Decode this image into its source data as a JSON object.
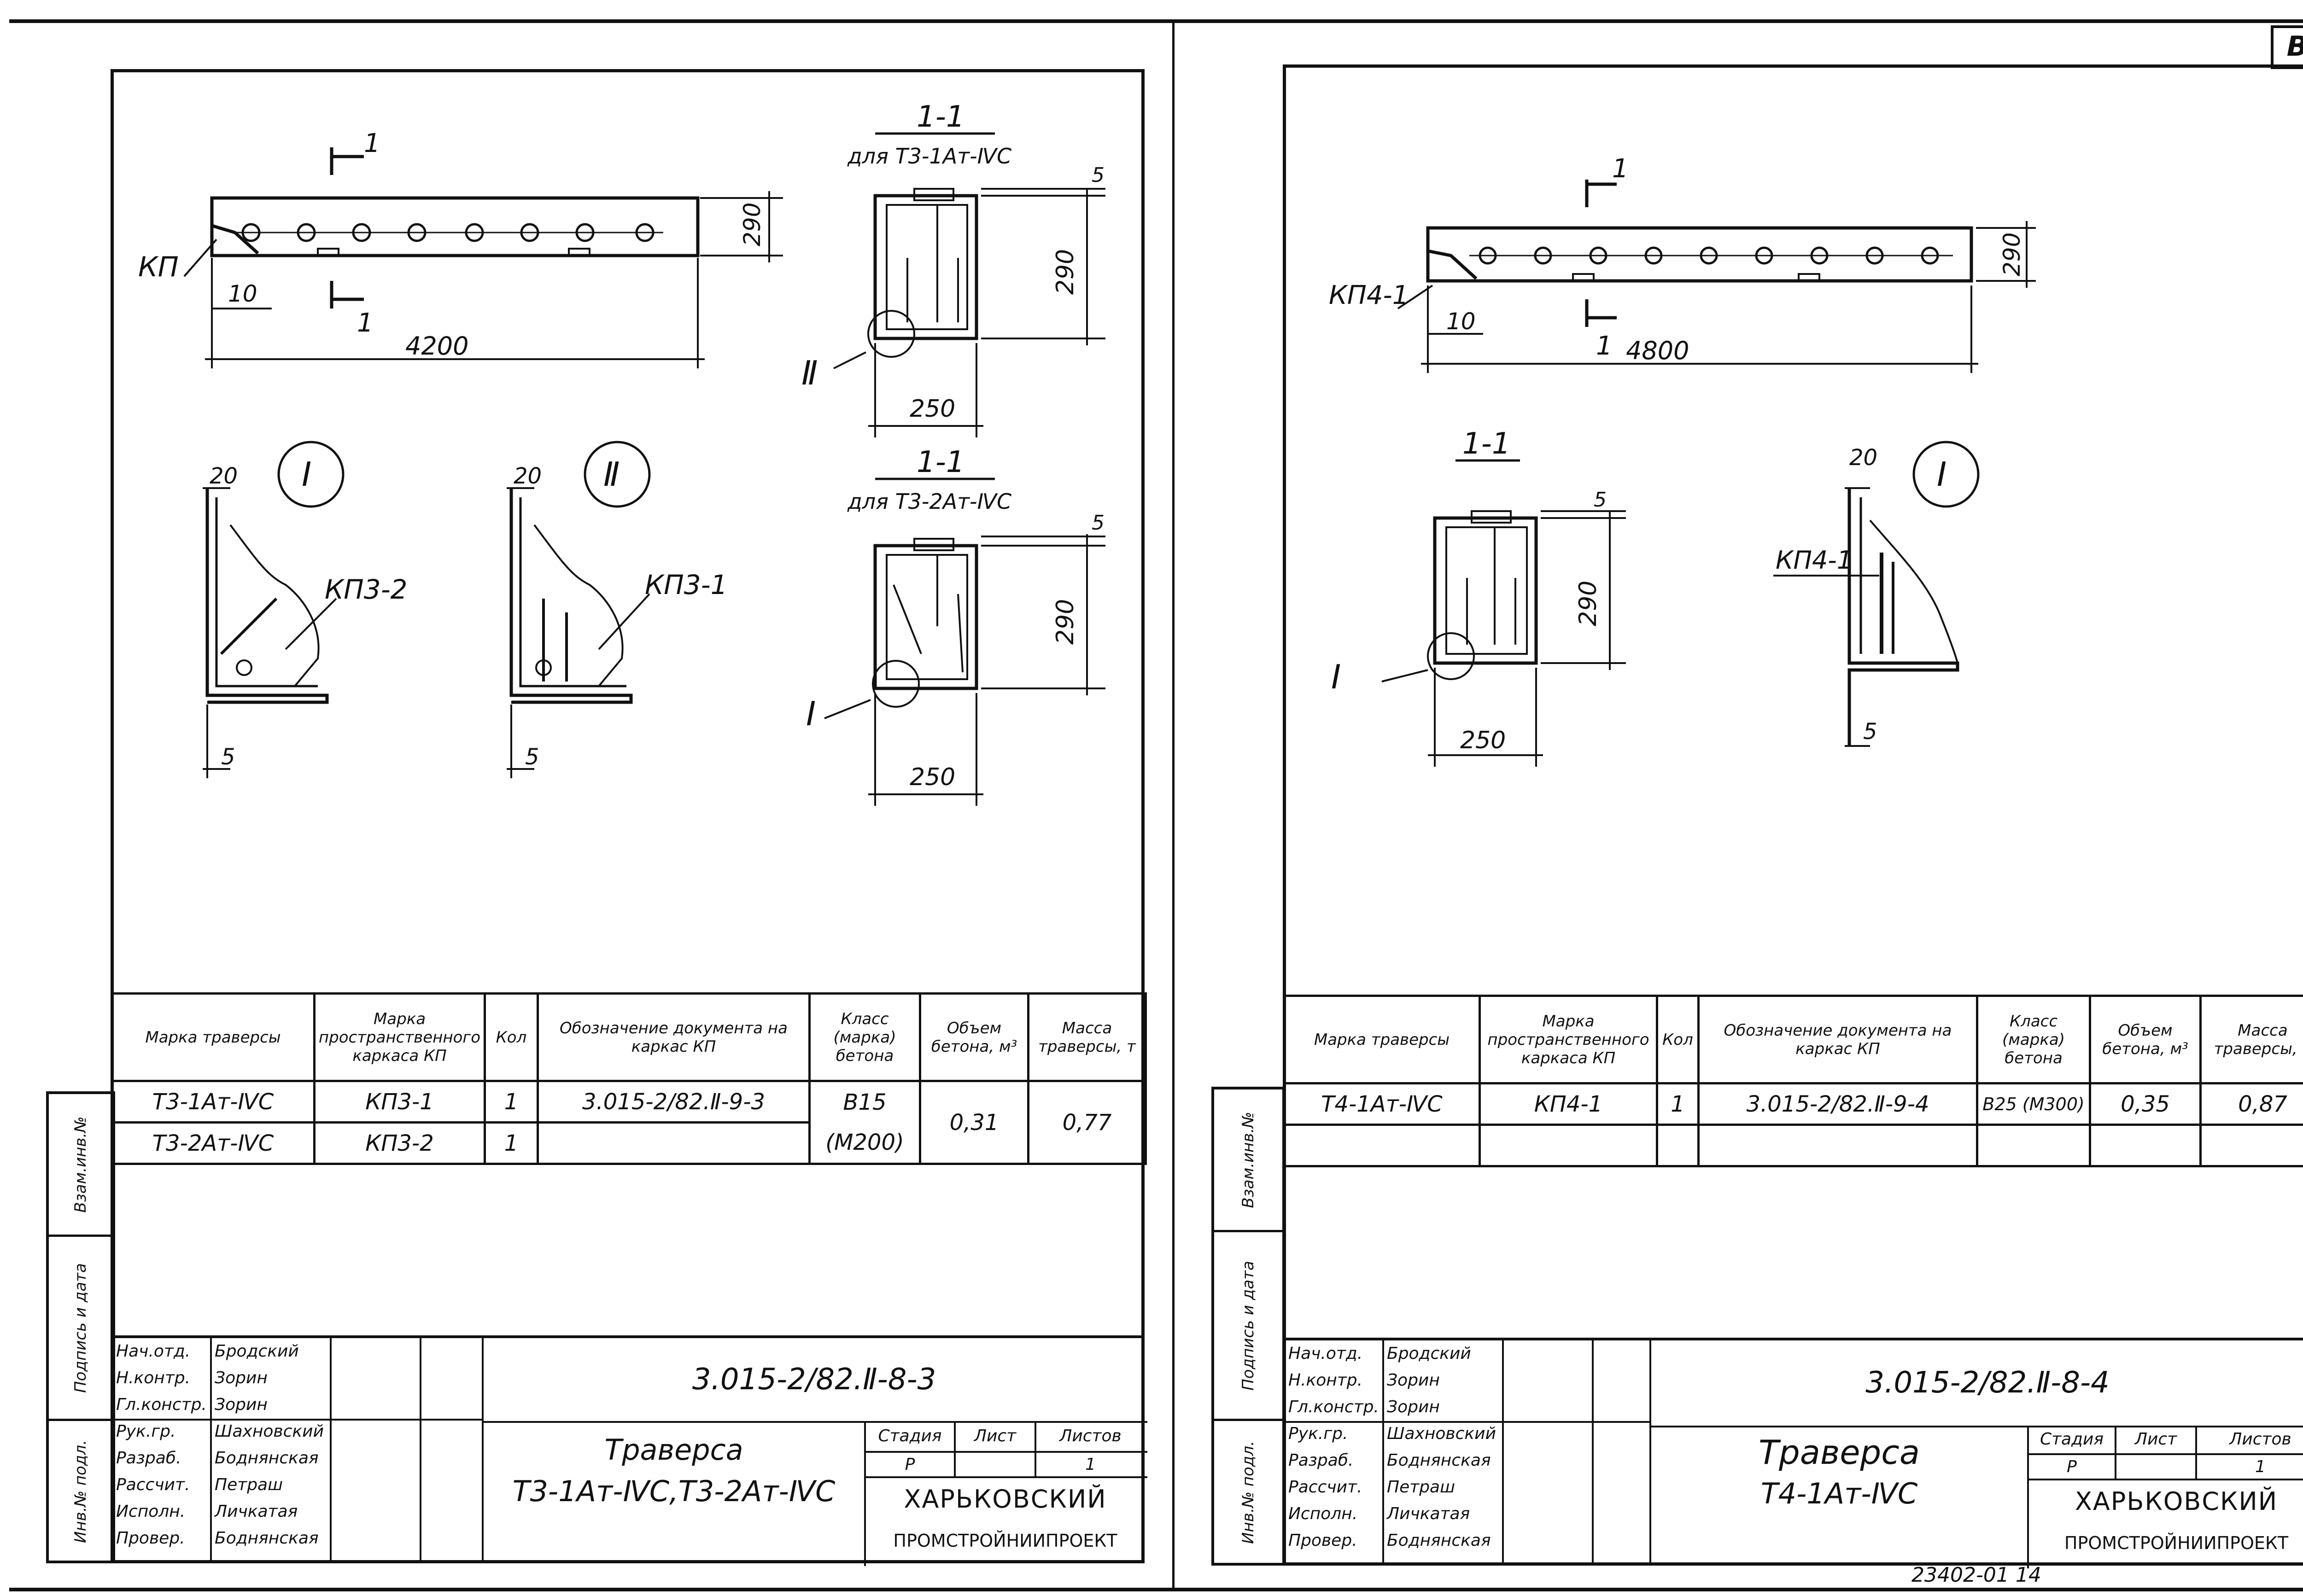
{
  "corner_mark": "В",
  "footer_number": "23402-01   14",
  "side_strip": {
    "inv_vzam": "Взам.инв.№",
    "podpis_data": "Подпись и дата",
    "inv_podl": "Инв.№ подл."
  },
  "left_sheet": {
    "drawing": {
      "section_mark": "1",
      "kp_label": "КП",
      "dim_10": "10",
      "dim_length": "4200",
      "dim_height": "290",
      "sec1_title": "1-1",
      "sec1_subtitle": "для Т3-1Ат-ⅣС",
      "sec1_dim_5": "5",
      "sec1_dim_290": "290",
      "sec1_dim_250": "250",
      "sec1_callout": "Ⅱ",
      "sec2_title": "1-1",
      "sec2_subtitle": "для Т3-2Ат-ⅣС",
      "sec2_dim_5": "5",
      "sec2_dim_290": "290",
      "sec2_dim_250": "250",
      "sec2_callout": "I",
      "detail1_mark": "I",
      "detail1_dim_20": "20",
      "detail1_dim_5": "5",
      "detail1_label": "КП3-2",
      "detail2_mark": "Ⅱ",
      "detail2_dim_20": "20",
      "detail2_dim_5": "5",
      "detail2_label": "КП3-1"
    },
    "spec": {
      "headers": [
        "Марка траверсы",
        "Марка пространственного каркаса КП",
        "Кол",
        "Обозначение документа на каркас КП",
        "Класс (марка) бетона",
        "Объем бетона, м³",
        "Масса траверсы, т"
      ],
      "rows": [
        [
          "Т3-1Ат-ⅣС",
          "КП3-1",
          "1",
          "3.015-2/82.Ⅱ-9-3"
        ],
        [
          "Т3-2Ат-ⅣС",
          "КП3-2",
          "1",
          ""
        ]
      ],
      "concrete_class": "В15",
      "concrete_grade": "(М200)",
      "volume": "0,31",
      "mass": "0,77"
    },
    "title_block": {
      "roles": [
        "Нач.отд.",
        "Н.контр.",
        "Гл.констр.",
        "Рук.гр.",
        "Разраб.",
        "Рассчит.",
        "Исполн.",
        "Провер."
      ],
      "names": [
        "Бродский",
        "Зорин",
        "Зорин",
        "Шахновский",
        "Боднянская",
        "Петраш",
        "Личкатая",
        "Боднянская"
      ],
      "code": "3.015-2/82.Ⅱ-8-3",
      "title_line1": "Траверса",
      "title_line2": "Т3-1Ат-ⅣС,Т3-2Ат-ⅣС",
      "stage_header": "Стадия",
      "sheet_header": "Лист",
      "sheets_header": "Листов",
      "stage": "Р",
      "sheets": "1",
      "org_line1": "ХАРЬКОВСКИЙ",
      "org_line2": "ПРОМСТРОЙНИИПРОЕКТ"
    }
  },
  "right_sheet": {
    "drawing": {
      "section_mark": "1",
      "kp_label": "КП4-1",
      "dim_10": "10",
      "dim_length": "4800",
      "dim_height": "290",
      "sec_title": "1-1",
      "sec_dim_5": "5",
      "sec_dim_290": "290",
      "sec_dim_250": "250",
      "sec_callout": "I",
      "detail_mark": "I",
      "detail_dim_20": "20",
      "detail_dim_5": "5",
      "detail_label": "КП4-1"
    },
    "spec": {
      "headers": [
        "Марка траверсы",
        "Марка пространственного каркаса КП",
        "Кол",
        "Обозначение документа на каркас КП",
        "Класс (марка) бетона",
        "Объем бетона, м³",
        "Масса траверсы, т"
      ],
      "rows": [
        [
          "Т4-1Ат-ⅣС",
          "КП4-1",
          "1",
          "3.015-2/82.Ⅱ-9-4",
          "В25 (М300)",
          "0,35",
          "0,87"
        ]
      ]
    },
    "title_block": {
      "roles": [
        "Нач.отд.",
        "Н.контр.",
        "Гл.констр.",
        "Рук.гр.",
        "Разраб.",
        "Рассчит.",
        "Исполн.",
        "Провер."
      ],
      "names": [
        "Бродский",
        "Зорин",
        "Зорин",
        "Шахновский",
        "Боднянская",
        "Петраш",
        "Личкатая",
        "Боднянская"
      ],
      "code": "3.015-2/82.Ⅱ-8-4",
      "title_line1": "Траверса",
      "title_line2": "Т4-1Ат-ⅣС",
      "stage_header": "Стадия",
      "sheet_header": "Лист",
      "sheets_header": "Листов",
      "stage": "Р",
      "sheets": "1",
      "org_line1": "ХАРЬКОВСКИЙ",
      "org_line2": "ПРОМСТРОЙНИИПРОЕКТ"
    }
  }
}
